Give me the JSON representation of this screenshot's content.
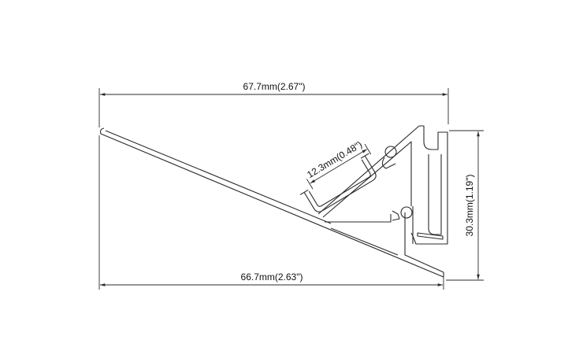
{
  "dimensions": {
    "top_width": "67.7mm(2.67\")",
    "bottom_width": "66.7mm(2.63\")",
    "right_height": "30.3mm(1.19\")",
    "diffuser_width": "12.3mm(0.48\")"
  },
  "colors": {
    "line": "#2b2b2b",
    "text": "#111111",
    "background": "#ffffff"
  }
}
